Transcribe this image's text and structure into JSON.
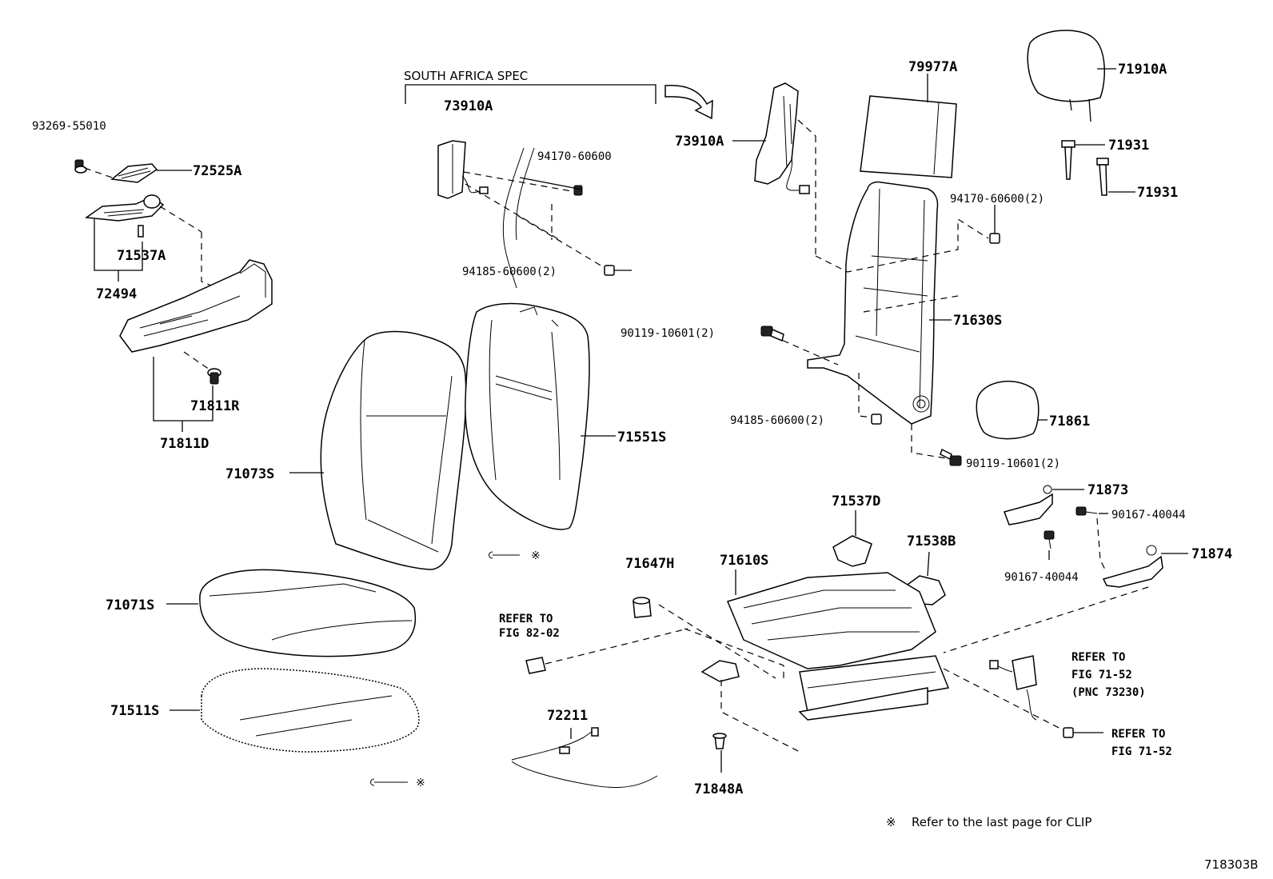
{
  "header": {
    "region_note": "SOUTH AFRICA SPEC",
    "footnote_mark": "※",
    "footnote_text": "Refer to the last page for CLIP",
    "figure_code": "718303B"
  },
  "parts": {
    "p93269": "93269-55010",
    "p72525A": "72525A",
    "p71537A": "71537A",
    "p72494": "72494",
    "p71811R": "71811R",
    "p71811D": "71811D",
    "p73910A_sa": "73910A",
    "p94170_sa": "94170-60600",
    "p94185_sa": "94185-60600(2)",
    "p73910A": "73910A",
    "p79977A": "79977A",
    "p71910A": "71910A",
    "p71931a": "71931",
    "p71931b": "71931",
    "p94170_2": "94170-60600(2)",
    "p71630S": "71630S",
    "p90119_a": "90119-10601(2)",
    "p94185_2": "94185-60600(2)",
    "p71861": "71861",
    "p90119_b": "90119-10601(2)",
    "p71073S": "71073S",
    "p71551S": "71551S",
    "p71071S": "71071S",
    "p71511S": "71511S",
    "p71647H": "71647H",
    "p71610S": "71610S",
    "p71537D": "71537D",
    "p71538B": "71538B",
    "p71873": "71873",
    "p90167_a": "90167-40044",
    "p90167_b": "90167-40044",
    "p71874": "71874",
    "p72211": "72211",
    "p71848A": "71848A"
  },
  "references": {
    "r1_line1": "REFER TO",
    "r1_line2": "FIG 82-02",
    "r2_line1": "REFER TO",
    "r2_line2": "FIG 71-52",
    "r2_line3": "(PNC 73230)",
    "r3_line1": "REFER TO",
    "r3_line2": "FIG 71-52"
  }
}
